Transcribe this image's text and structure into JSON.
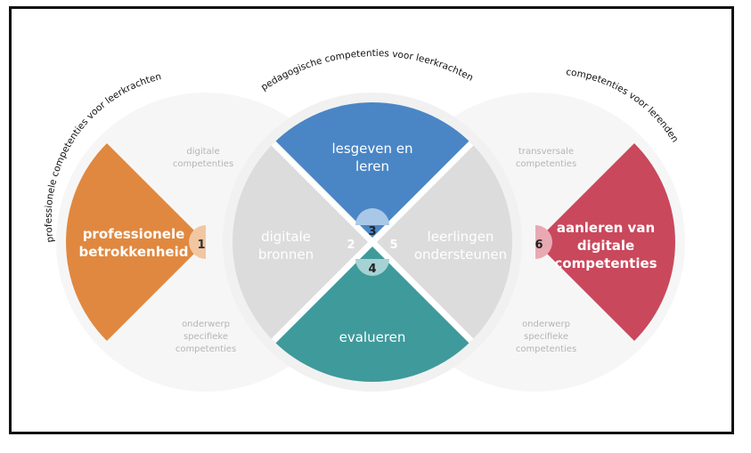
{
  "arcs": {
    "left": "professionele competenties voor leerkrachten",
    "top": "pedagogische competenties voor leerkrachten",
    "right": "competenties voor lerenden"
  },
  "segments": {
    "s1": {
      "label_line1": "professionele",
      "label_line2": "betrokkenheid",
      "number": "1",
      "color": "#E0883F"
    },
    "s2": {
      "label_line1": "digitale",
      "label_line2": "bronnen",
      "number": "2"
    },
    "s3": {
      "label_line1": "lesgeven en",
      "label_line2": "leren",
      "number": "3",
      "color": "#4A86C5"
    },
    "s4": {
      "label": "evalueren",
      "number": "4",
      "color": "#3F9A9C"
    },
    "s5": {
      "label_line1": "leerlingen",
      "label_line2": "ondersteunen",
      "number": "5"
    },
    "s6": {
      "label_line1": "aanleren van",
      "label_line2": "digitale",
      "label_line3": "competenties",
      "number": "6",
      "color": "#C9485B"
    }
  },
  "side_labels": {
    "left_top": [
      "digitale",
      "competenties"
    ],
    "left_bottom": [
      "onderwerp",
      "specifieke",
      "competenties"
    ],
    "right_top": [
      "transversale",
      "competenties"
    ],
    "right_bottom": [
      "onderwerp",
      "specifieke",
      "competenties"
    ]
  }
}
